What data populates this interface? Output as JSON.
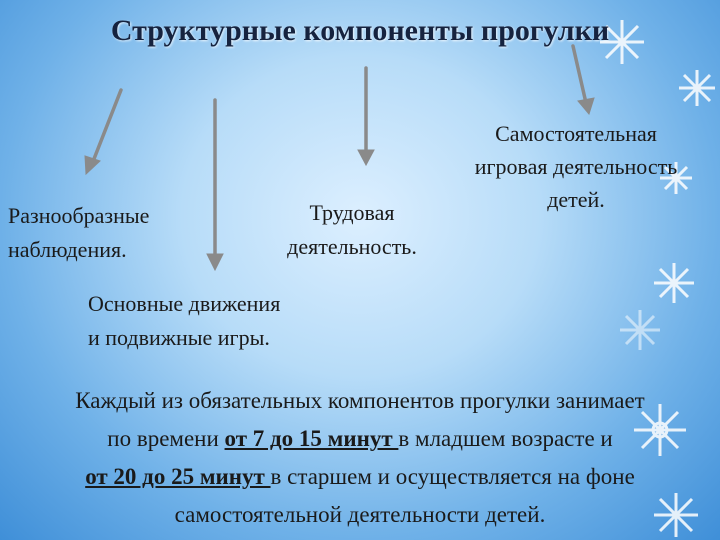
{
  "slide": {
    "title": "Структурные компоненты прогулки",
    "components": [
      {
        "line1": "Разнообразные",
        "line2": "наблюдения."
      },
      {
        "line1": "Трудовая",
        "line2": "деятельность."
      },
      {
        "line1": "Основные движения",
        "line2": "и подвижные игры."
      },
      {
        "line1": "Самостоятельная",
        "line2": "игровая деятельность",
        "line3": "детей."
      }
    ],
    "paragraph": {
      "line1": "Каждый из обязательных компонентов прогулки занимает",
      "line2_pre": "по времени ",
      "line2_u": "от 7 до 15 минут ",
      "line2_post": "в младшем возрасте и",
      "line3_u": "от 20 до 25 минут ",
      "line3_post": "в старшем и осуществляется на фоне",
      "line4": "самостоятельной деятельности детей."
    }
  },
  "colors": {
    "arrow": "#8a8a8a",
    "title": "#16233f"
  },
  "decor": {
    "icon": "snowflake-icon"
  }
}
